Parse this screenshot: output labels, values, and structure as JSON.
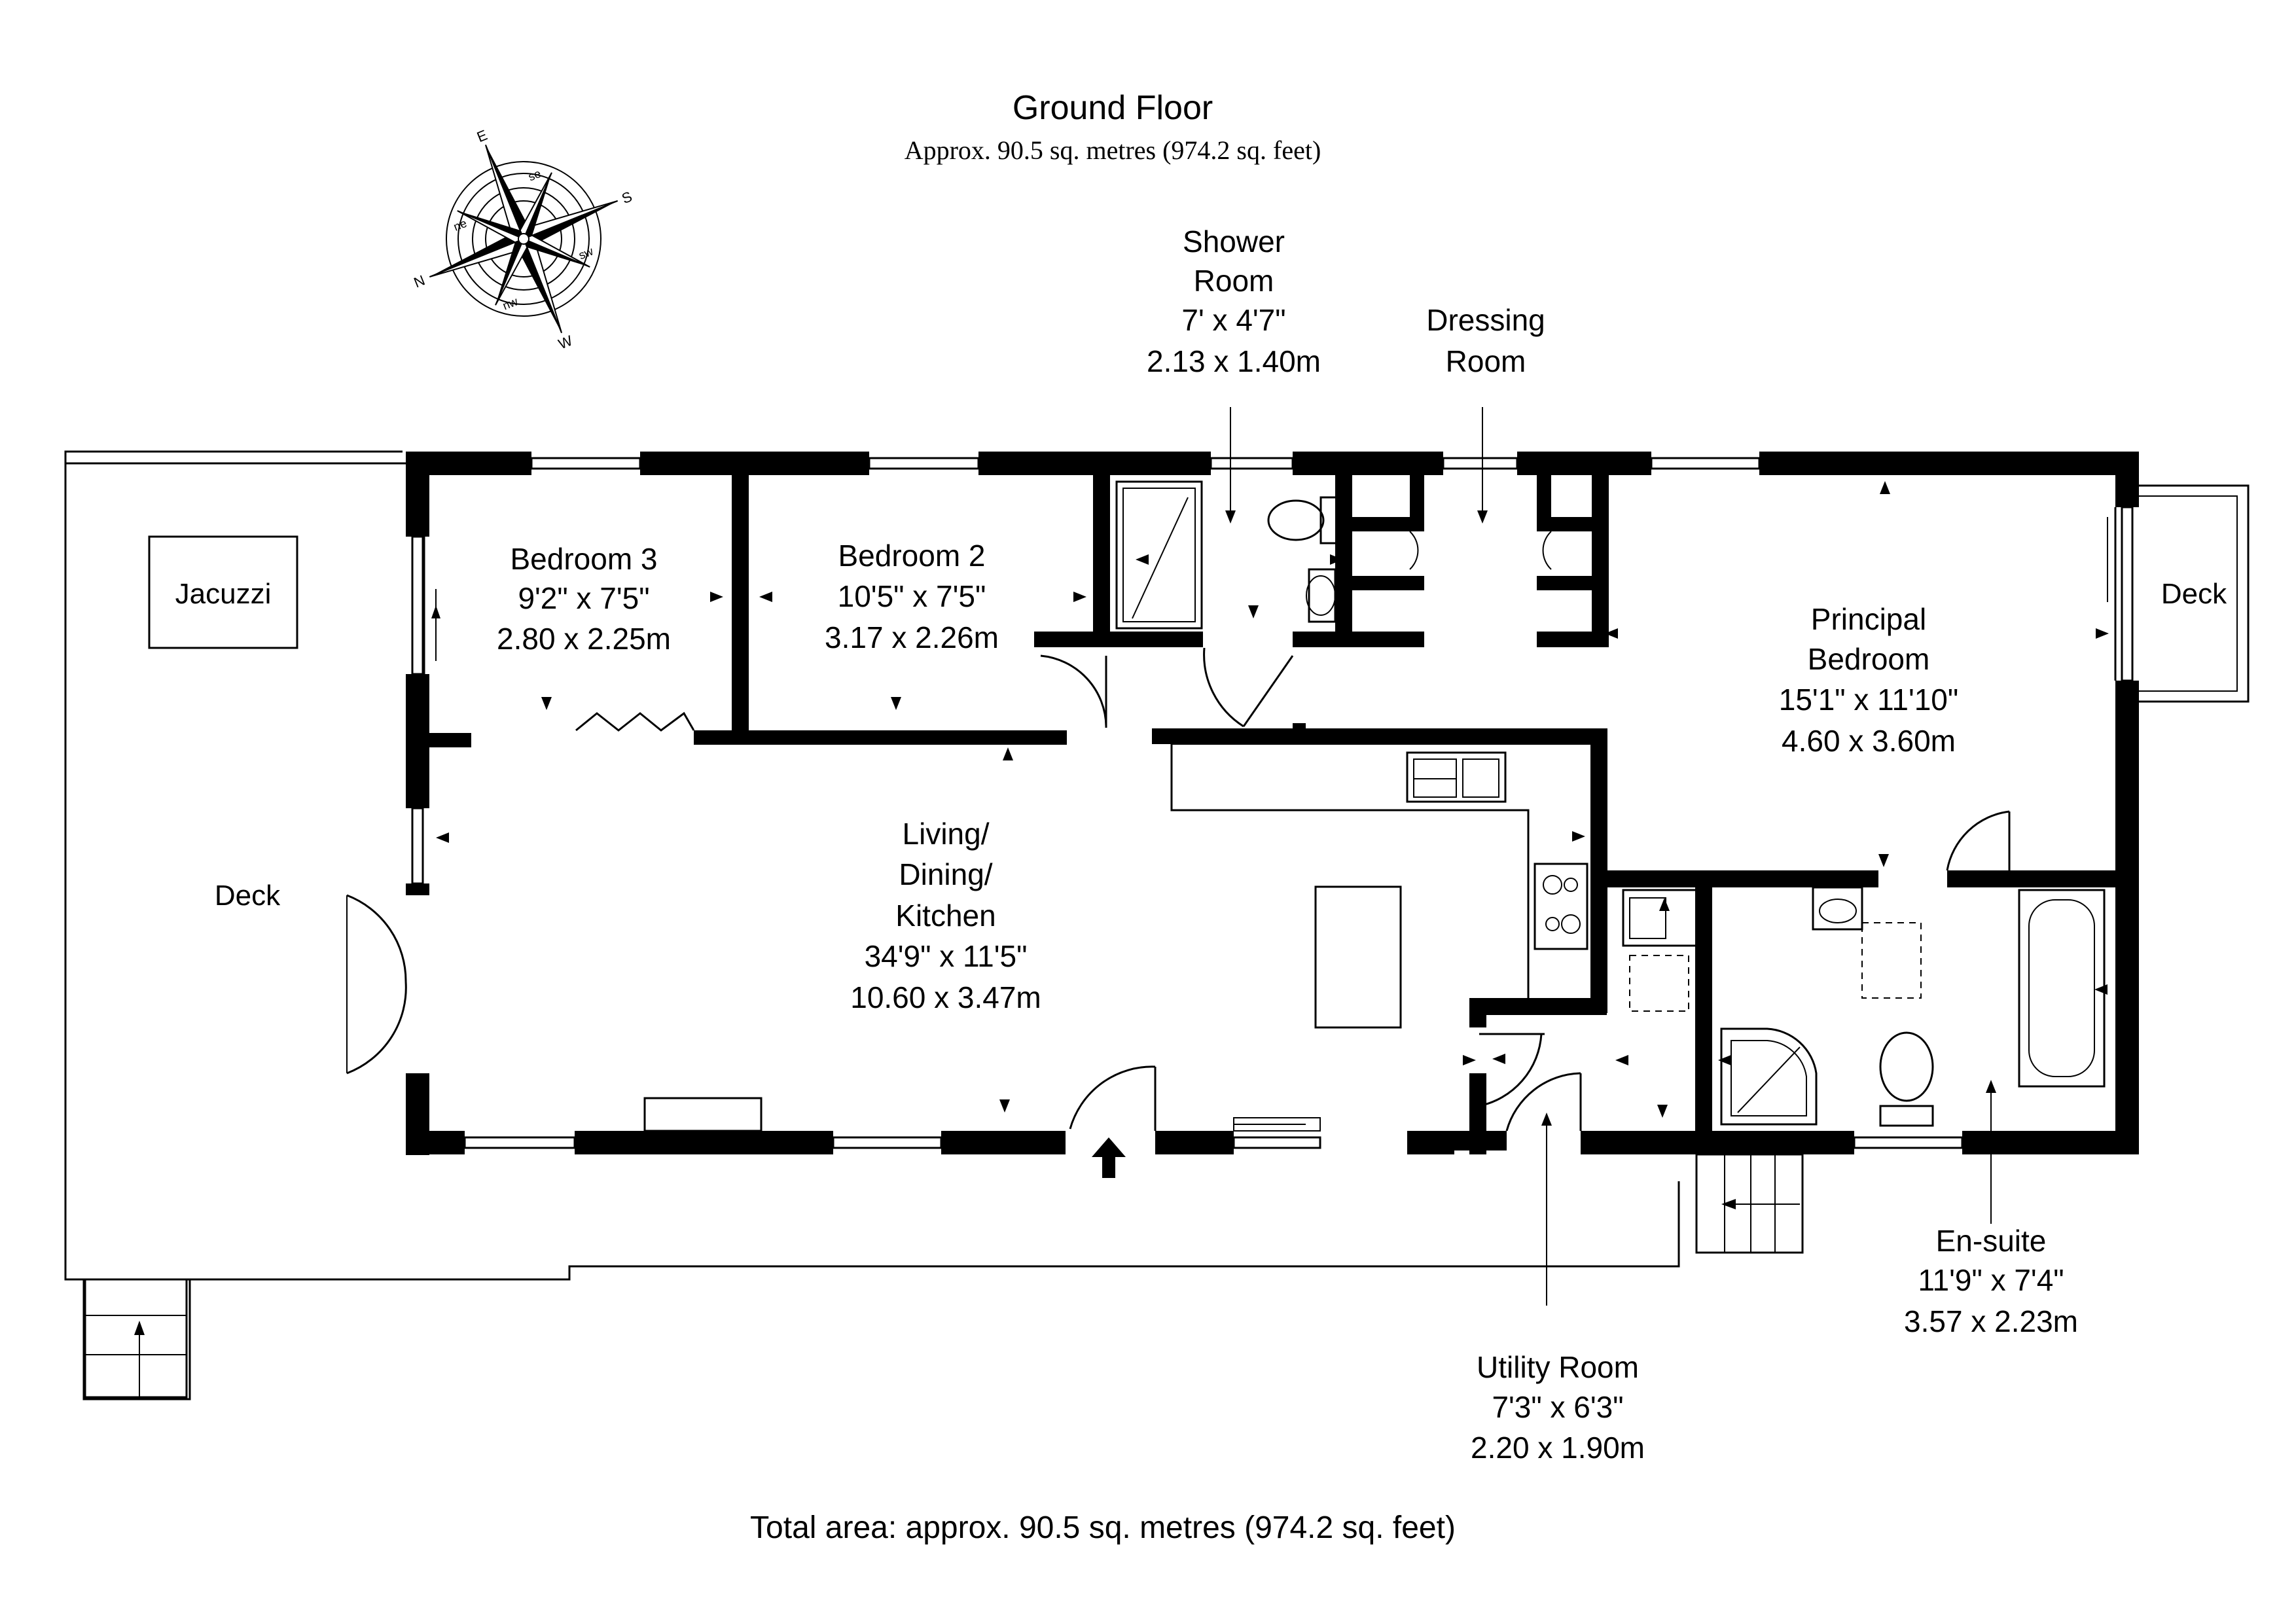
{
  "header": {
    "title": "Ground Floor",
    "subtitle": "Approx. 90.5 sq. metres (974.2 sq. feet)"
  },
  "footer": {
    "total": "Total area: approx. 90.5 sq. metres (974.2 sq. feet)"
  },
  "compass": {
    "letters": [
      "E",
      "se",
      "S",
      "sw",
      "W",
      "nw",
      "N",
      "ne"
    ]
  },
  "rooms": {
    "shower": {
      "name1": "Shower",
      "name2": "Room",
      "imperial": "7' x 4'7\"",
      "metric": "2.13 x 1.40m"
    },
    "dressing": {
      "name1": "Dressing",
      "name2": "Room"
    },
    "bedroom3": {
      "name": "Bedroom 3",
      "imperial": "9'2\" x 7'5\"",
      "metric": "2.80 x 2.25m"
    },
    "bedroom2": {
      "name": "Bedroom 2",
      "imperial": "10'5\" x 7'5\"",
      "metric": "3.17 x 2.26m"
    },
    "principal": {
      "name1": "Principal",
      "name2": "Bedroom",
      "imperial": "15'1\" x 11'10\"",
      "metric": "4.60 x 3.60m"
    },
    "living": {
      "name1": "Living/",
      "name2": "Dining/",
      "name3": "Kitchen",
      "imperial": "34'9\" x 11'5\"",
      "metric": "10.60 x 3.47m"
    },
    "ensuite": {
      "name": "En-suite",
      "imperial": "11'9\" x 7'4\"",
      "metric": "3.57 x 2.23m"
    },
    "utility": {
      "name": "Utility Room",
      "imperial": "7'3\" x 6'3\"",
      "metric": "2.20 x 1.90m"
    }
  },
  "features": {
    "jacuzzi": "Jacuzzi",
    "deck_left": "Deck",
    "deck_right": "Deck"
  }
}
